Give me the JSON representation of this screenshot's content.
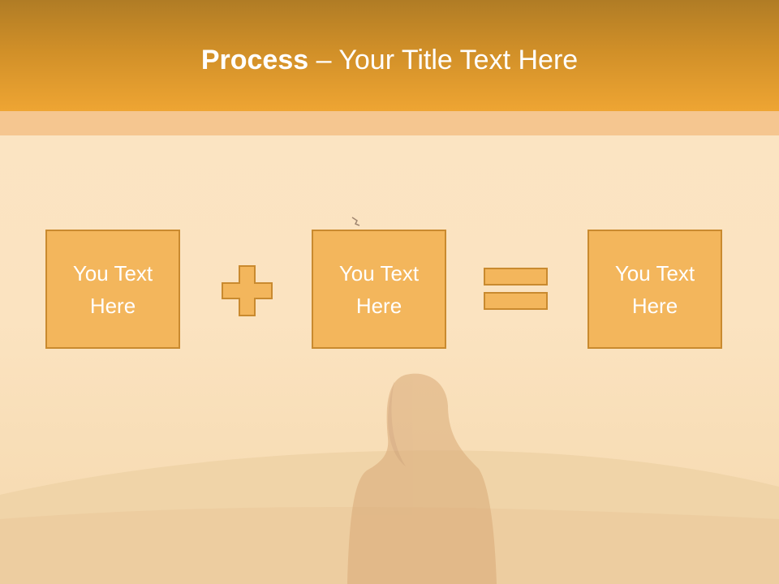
{
  "slide": {
    "title_bold": "Process",
    "title_dash": " – ",
    "title_rest": "Your Title Text Here",
    "boxes": [
      {
        "text": "You Text Here"
      },
      {
        "text": "You Text Here"
      },
      {
        "text": "You Text Here"
      }
    ],
    "operators": [
      "plus-icon",
      "equals-icon"
    ]
  },
  "colors": {
    "header_top": "#b07c25",
    "header_bottom": "#eea533",
    "sub_band": "#f5c690",
    "background": "#fbe4c4",
    "box_fill": "#f3b65c",
    "box_border": "#c98a2f",
    "text": "#ffffff"
  }
}
